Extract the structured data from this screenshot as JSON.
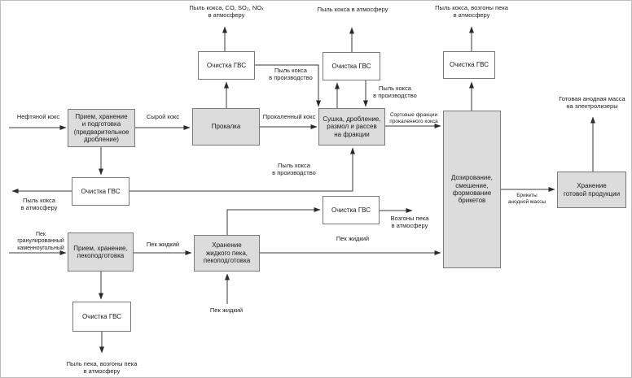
{
  "diagram": {
    "description": "Technological flow diagram of anode paste production (coke and pitch processing)",
    "nodes": {
      "priem_koksa": {
        "label": "Прием, хранение\nи подготовка\n(предварительное\nдробление)"
      },
      "prokalka": {
        "label": "Прокалка"
      },
      "sushka": {
        "label": "Сушка, дробление,\nразмол и рассев\nна фракции"
      },
      "dozirovanie": {
        "label": "Дозирование,\nсмешение,\nформование\nбрикетов"
      },
      "priem_peka": {
        "label": "Прием, хранение,\nпекоподготовка"
      },
      "khranenie_peka": {
        "label": "Хранение\nжидкого пека,\nпекоподготовка"
      },
      "khranenie_produkcii": {
        "label": "Хранение\nготовой продукции"
      },
      "ochistka_gvs_1": {
        "label": "Очистка ГВС"
      },
      "ochistka_gvs_2": {
        "label": "Очистка ГВС"
      },
      "ochistka_gvs_3": {
        "label": "Очистка ГВС"
      },
      "ochistka_gvs_4": {
        "label": "Очистка ГВС"
      },
      "ochistka_gvs_5": {
        "label": "Очистка ГВС"
      },
      "ochistka_gvs_6": {
        "label": "Очистка ГВС"
      }
    },
    "flow_labels": {
      "neftyanoy_koks": "Нефтяной кокс",
      "syroy_koks": "Сырой кокс",
      "prokalenny_koks": "Прокаленный кокс",
      "sortovye_frakcii": "Сортовые фракции\nпрокаленного кокса",
      "pyl_co_so2_nox": "Пыль кокса, CO, SO₂, NOₓ\nв атмосферу",
      "pyl_koksa_atm_top": "Пыль кокса в атмосферу",
      "pyl_koksa_vozgony": "Пыль кокса, возгоны пека\nв атмосферу",
      "gotovaya_massa": "Готовая анодная масса\nна электролизеры",
      "pyl_v_proizvodstvo_1": "Пыль кокса\nв производство",
      "pyl_v_proizvodstvo_2": "Пыль кокса\nв производство",
      "pyl_v_proizvodstvo_3": "Пыль кокса\nв производство",
      "pyl_koksa_atm_left": "Пыль кокса\nв атмосферу",
      "pek_granulirovanny": "Пек\nгранулированный\nкаменноугольный",
      "pek_zhidkiy_1": "Пек жидкий",
      "pek_zhidkiy_2": "Пек жидкий",
      "pek_zhidkiy_3": "Пек жидкий",
      "vozgony_peka": "Возгоны пека\nв атмосферу",
      "brikety": "Брикеты\nанодной массы",
      "pyl_peka_vozgony": "Пыль пека, возгоны пека\nв атмосферу"
    },
    "colors": {
      "box_fill_gray": "#dcdcdc",
      "box_fill_white": "#ffffff",
      "box_border": "#7a7a7a",
      "connector": "#3a3a3a",
      "text": "#1a1a1a",
      "background": "#ffffff"
    }
  }
}
